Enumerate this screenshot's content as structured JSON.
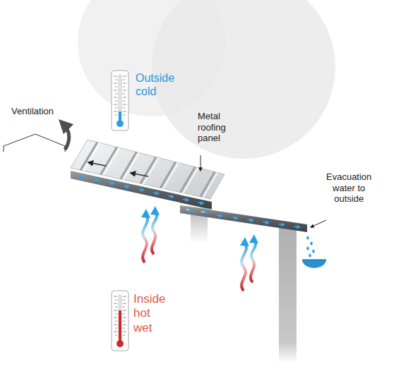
{
  "diagram": {
    "labels": [
      "Outside cold",
      "Ventilation",
      "Metal roofing panel",
      "Evacuation water to outside",
      "Inside hot wet"
    ]
  }
}
